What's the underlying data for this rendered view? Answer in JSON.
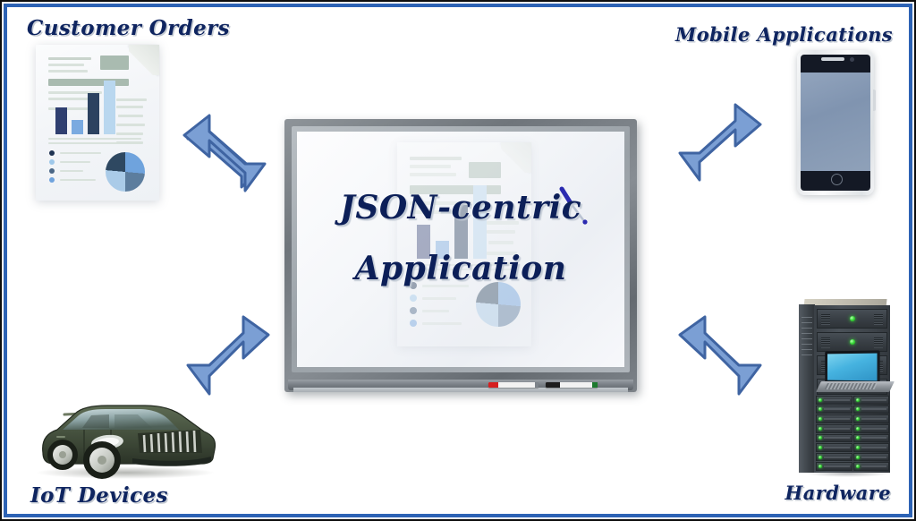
{
  "diagram": {
    "title": "JSON-centric Application",
    "center": {
      "line1": "JSON-centric",
      "line2": "Application",
      "element": "whiteboard",
      "accent_color": "#0c1f58"
    },
    "nodes": [
      {
        "id": "customer-orders",
        "label": "Customer Orders",
        "position": "top-left",
        "icon": "document-report-icon"
      },
      {
        "id": "mobile-applications",
        "label": "Mobile Applications",
        "position": "top-right",
        "icon": "smartphone-icon"
      },
      {
        "id": "iot-devices",
        "label": "IoT Devices",
        "position": "bottom-left",
        "icon": "car-icon"
      },
      {
        "id": "hardware",
        "label": "Hardware",
        "position": "bottom-right",
        "icon": "server-rack-icon"
      }
    ],
    "connectors": [
      {
        "id": "connector-customer-orders",
        "type": "double-headed-arrow",
        "direction": "up-left-down-right"
      },
      {
        "id": "connector-mobile-applications",
        "type": "double-headed-arrow",
        "direction": "up-right-down-left"
      },
      {
        "id": "connector-iot-devices",
        "type": "double-headed-arrow",
        "direction": "up-right-down-left"
      },
      {
        "id": "connector-hardware",
        "type": "double-headed-arrow",
        "direction": "up-left-down-right"
      }
    ],
    "colors": {
      "label_navy": "#0f2560",
      "arrow_fill": "#7b9fd4",
      "arrow_stroke": "#3f64a2",
      "frame_blue": "#2d63b5",
      "background": "#ffffff",
      "whiteboard_frame": "#767c82",
      "whiteboard_surface": "#f4f6f9",
      "car_green": "#3c4a38",
      "rack_dark": "#3a4046",
      "led_green": "#3ddb3d",
      "laptop_screen_cyan": "#46b3e0",
      "phone_screen": "#8094b0"
    },
    "whiteboard_accessories": {
      "pen_color": "#2a2ab0",
      "marker_red": "#d61f1f",
      "marker_black": "#1d1d1d",
      "marker_green": "#1d7a2e"
    },
    "doc_icon": {
      "bar_colors": [
        "#2f3f70",
        "#7aaae0",
        "#2c4260",
        "#b9d7ef"
      ],
      "pie_colors": [
        "#6fa3dd",
        "#5c7d9e",
        "#aacbe8",
        "#2e4861"
      ],
      "bullet_colors": [
        "#1f3352",
        "#9ec8ea",
        "#4a6686",
        "#6fa3dd"
      ]
    }
  }
}
